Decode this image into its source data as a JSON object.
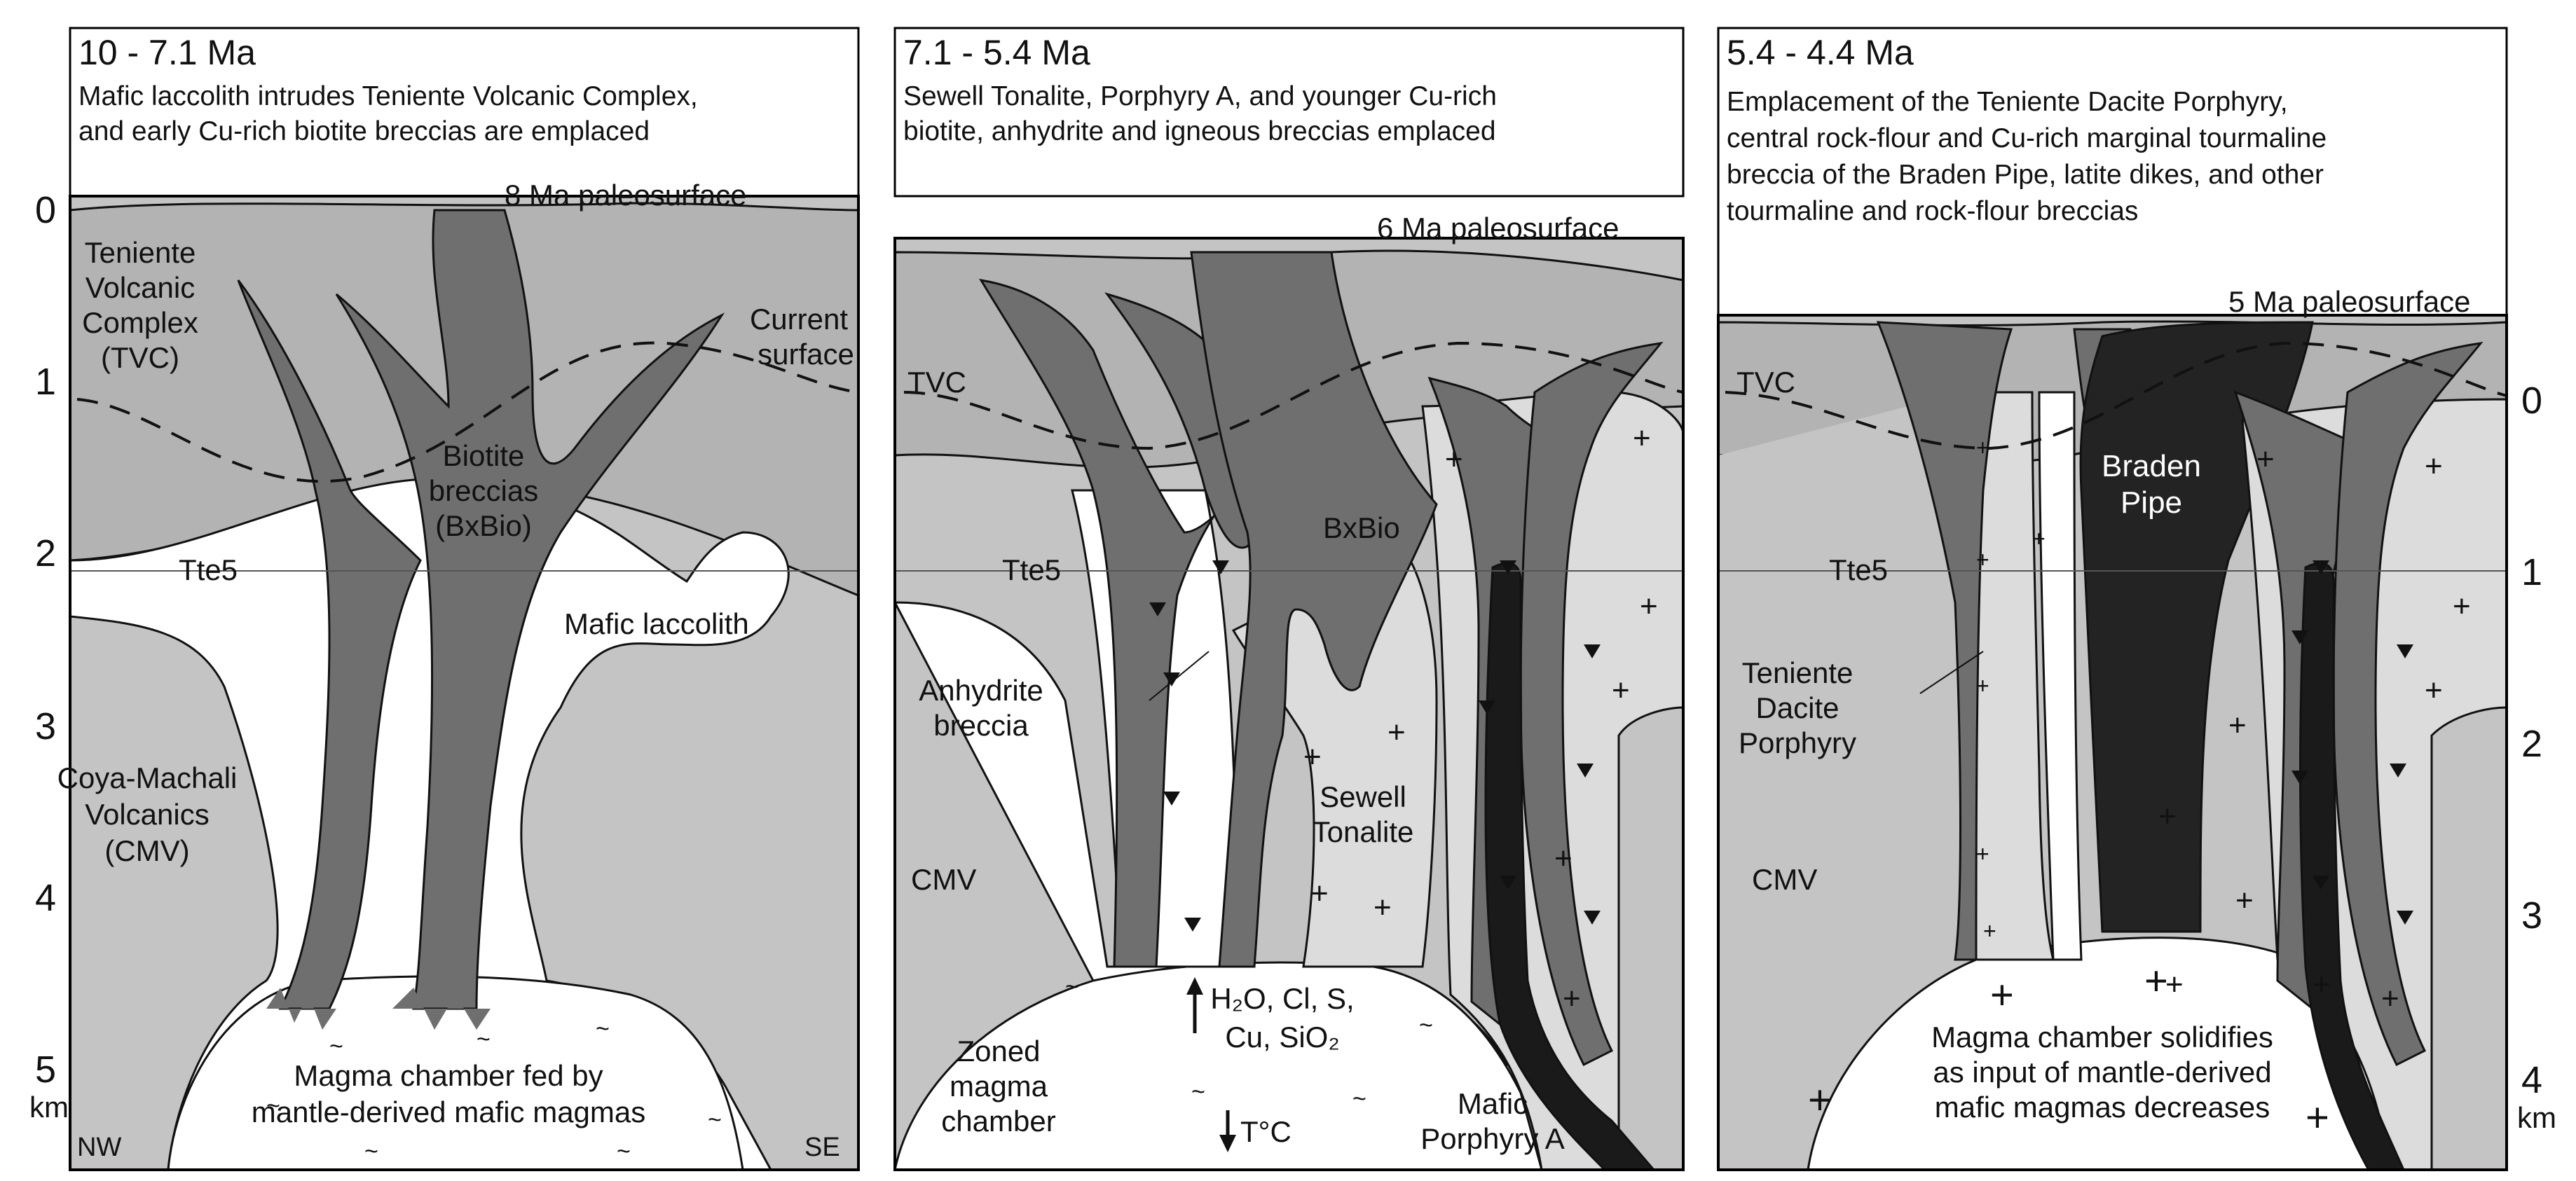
{
  "axis_left": {
    "ticks": [
      "0",
      "1",
      "2",
      "3",
      "4",
      "5"
    ],
    "unit": "km"
  },
  "axis_right": {
    "ticks": [
      "0",
      "1",
      "2",
      "3",
      "4"
    ],
    "unit": "km"
  },
  "panels": [
    {
      "age": "10 - 7.1 Ma",
      "caption_lines": [
        "Mafic laccolith intrudes Teniente Volcanic Complex,",
        "and early Cu-rich biotite breccias are emplaced"
      ],
      "paleosurface": "8 Ma paleosurface",
      "labels": {
        "tvc_lines": [
          "Teniente",
          "Volcanic",
          "Complex",
          "(TVC)"
        ],
        "current_surface_lines": [
          "Current",
          "surface"
        ],
        "bxbio_lines": [
          "Biotite",
          "breccias",
          "(BxBio)"
        ],
        "tte5": "Tte5",
        "laccolith": "Mafic laccolith",
        "cmv_lines": [
          "Coya-Machali",
          "Volcanics",
          "(CMV)"
        ],
        "chamber_lines": [
          "Magma chamber fed by",
          "mantle-derived mafic magmas"
        ],
        "nw": "NW",
        "se": "SE"
      }
    },
    {
      "age": "7.1 - 5.4 Ma",
      "caption_lines": [
        "Sewell Tonalite, Porphyry A, and younger Cu-rich",
        "biotite, anhydrite and igneous breccias emplaced"
      ],
      "paleosurface": "6 Ma paleosurface",
      "labels": {
        "tvc": "TVC",
        "tte5": "Tte5",
        "bxbio": "BxBio",
        "anhydrite_lines": [
          "Anhydrite",
          "breccia"
        ],
        "sewell_lines": [
          "Sewell",
          "Tonalite"
        ],
        "cmv": "CMV",
        "volatiles_line1": "H₂O, Cl, S,",
        "volatiles_line2": "Cu, SiO₂",
        "zoned_lines": [
          "Zoned",
          "magma",
          "chamber"
        ],
        "temperature": "T°C",
        "mafic_porphyry_lines": [
          "Mafic",
          "Porphyry A"
        ]
      }
    },
    {
      "age": "5.4 - 4.4 Ma",
      "caption_lines": [
        "Emplacement of the Teniente Dacite Porphyry,",
        "central rock-flour and Cu-rich marginal tourmaline",
        "breccia of the Braden Pipe, latite dikes, and other",
        "tourmaline and rock-flour breccias"
      ],
      "paleosurface": "5 Ma paleosurface",
      "labels": {
        "tvc": "TVC",
        "tte5": "Tte5",
        "braden_lines": [
          "Braden",
          "Pipe"
        ],
        "dacite_lines": [
          "Teniente",
          "Dacite",
          "Porphyry"
        ],
        "cmv": "CMV",
        "chamber_lines": [
          "Magma chamber solidifies",
          "as input of mantle-derived",
          "mafic magmas decreases"
        ]
      }
    }
  ],
  "colors": {
    "host_rock": "#c4c4c4",
    "tvc": "#b3b3b3",
    "breccia": "#6f6f6f",
    "tonalite": "#dcdcdc",
    "porphyry_a": "#1a1a1a",
    "braden_pipe": "#232323",
    "magma": "#ffffff"
  }
}
